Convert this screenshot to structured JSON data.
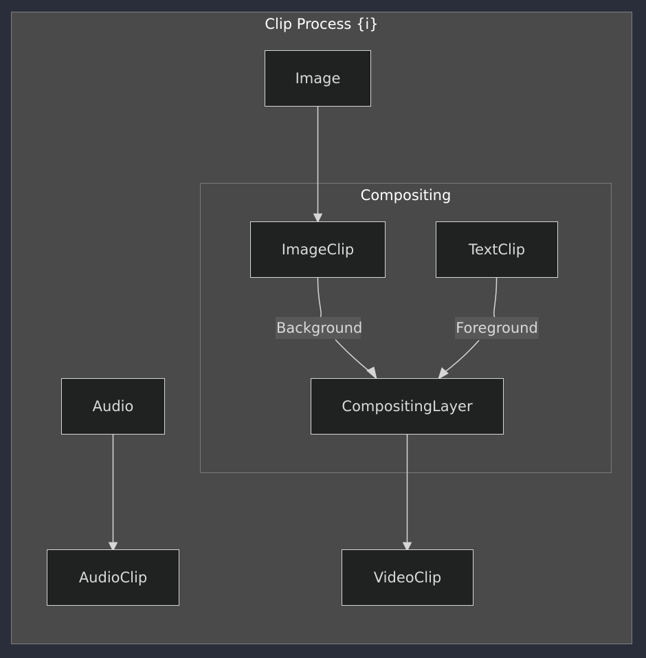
{
  "diagram": {
    "outer_cluster": {
      "title": "Clip Process {i}"
    },
    "inner_cluster": {
      "title": "Compositing"
    },
    "nodes": {
      "image": "Image",
      "image_clip": "ImageClip",
      "text_clip": "TextClip",
      "compositing_layer": "CompositingLayer",
      "audio": "Audio",
      "audio_clip": "AudioClip",
      "video_clip": "VideoClip"
    },
    "edge_labels": {
      "background": "Background",
      "foreground": "Foreground"
    },
    "edges": [
      {
        "from": "Image",
        "to": "ImageClip"
      },
      {
        "from": "ImageClip",
        "to": "CompositingLayer",
        "label": "Background"
      },
      {
        "from": "TextClip",
        "to": "CompositingLayer",
        "label": "Foreground"
      },
      {
        "from": "CompositingLayer",
        "to": "VideoClip"
      },
      {
        "from": "Audio",
        "to": "AudioClip"
      }
    ],
    "colors": {
      "page_background": "#2a2e3a",
      "cluster_fill": "#494a49",
      "node_fill": "#202221",
      "node_border": "#d6d6d6",
      "edge_label_fill": "#585858",
      "text": "#d9d9d9"
    }
  }
}
